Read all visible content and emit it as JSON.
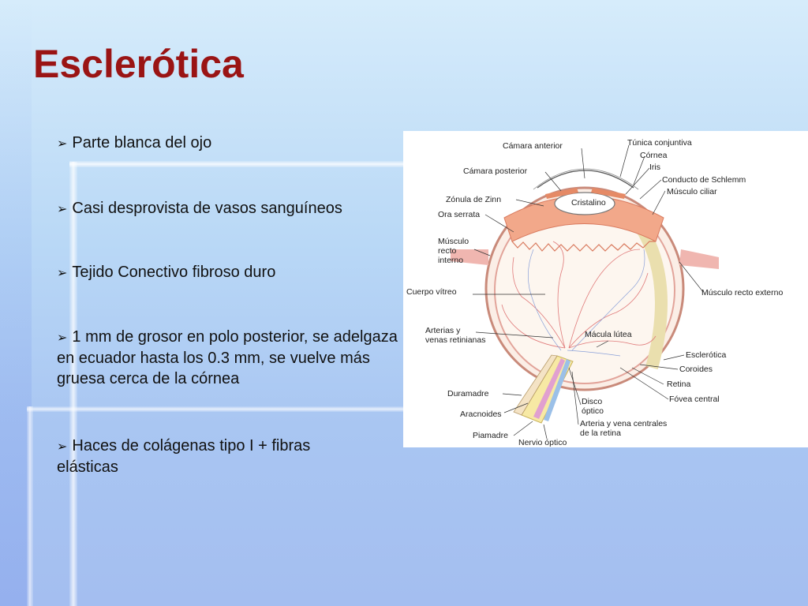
{
  "slide": {
    "title": "Esclerótica",
    "bullets": [
      {
        "text": "Parte blanca del ojo"
      },
      {
        "text": "Casi desprovista de vasos sanguíneos"
      },
      {
        "text": "Tejido Conectivo fibroso duro"
      },
      {
        "text": "1 mm de grosor en polo posterior, se adelgaza en ecuador hasta los 0.3 mm, se vuelve más gruesa cerca de la córnea"
      },
      {
        "text": "Haces de colágenas tipo I + fibras elásticas"
      }
    ]
  },
  "figure": {
    "labels": {
      "camara_anterior": "Cámara anterior",
      "tunica_conjuntiva": "Túnica conjuntiva",
      "cornea": "Córnea",
      "camara_posterior": "Cámara posterior",
      "iris": "Iris",
      "conducto_schlemm": "Conducto de Schlemm",
      "zonula_zinn": "Zónula de Zinn",
      "cristalino": "Cristalino",
      "musculo_ciliar": "Músculo ciliar",
      "ora_serrata": "Ora serrata",
      "musculo_recto_interno_1": "Músculo",
      "musculo_recto_interno_2": "recto",
      "musculo_recto_interno_3": "interno",
      "cuerpo_vitreo": "Cuerpo vítreo",
      "musculo_recto_externo": "Músculo recto externo",
      "arterias_1": "Arterias y",
      "arterias_2": "venas retinianas",
      "macula": "Mácula lútea",
      "esclerotica": "Esclerótica",
      "coroides": "Coroides",
      "retina": "Retina",
      "fovea": "Fóvea central",
      "duramadre": "Duramadre",
      "disco_1": "Disco",
      "disco_2": "óptico",
      "aracnoides": "Aracnoides",
      "arteria_vena_1": "Arteria y vena centrales",
      "arteria_vena_2": "de la retina",
      "piamadre": "Piamadre",
      "nervio_optico": "Nervio óptico"
    }
  }
}
